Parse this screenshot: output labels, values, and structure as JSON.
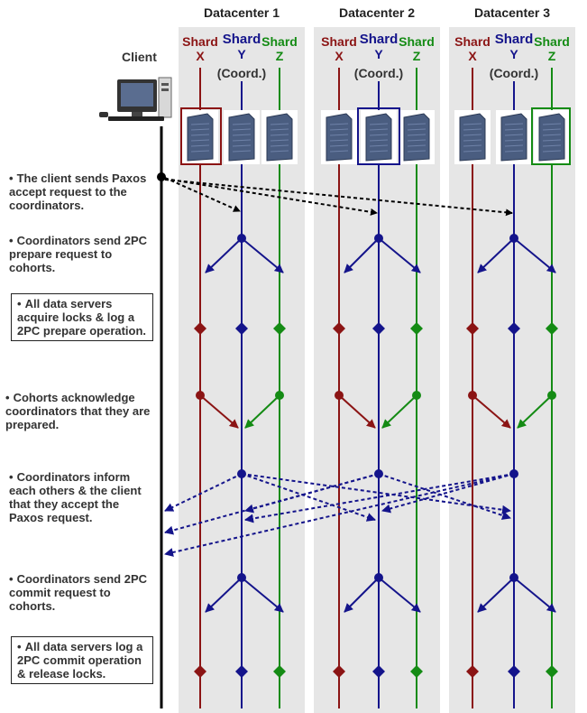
{
  "client": {
    "label": "Client"
  },
  "datacenters": [
    {
      "title": "Datacenter 1",
      "coord": "(Coord.)"
    },
    {
      "title": "Datacenter 2",
      "coord": "(Coord.)"
    },
    {
      "title": "Datacenter 3",
      "coord": "(Coord.)"
    }
  ],
  "shards": [
    {
      "word": "Shard",
      "letter": "X",
      "color": "#8b1414"
    },
    {
      "word": "Shard",
      "letter": "Y",
      "color": "#14148b"
    },
    {
      "word": "Shard",
      "letter": "Z",
      "color": "#148b14"
    }
  ],
  "steps": [
    {
      "bullet": "•",
      "text": "The client sends Paxos accept request to the coordinators."
    },
    {
      "bullet": "•",
      "text": "Coordinators send 2PC prepare request to cohorts."
    },
    {
      "bullet": "•",
      "text": "All data servers acquire locks & log a 2PC prepare operation."
    },
    {
      "bullet": "•",
      "text": "Cohorts acknowledge coordinators that they are prepared."
    },
    {
      "bullet": "•",
      "text": "Coordinators inform each others & the client that they accept the Paxos request."
    },
    {
      "bullet": "•",
      "text": "Coordinators send 2PC commit request to cohorts."
    },
    {
      "bullet": "•",
      "text": "All data servers log a 2PC commit operation & release locks."
    }
  ],
  "colors": {
    "panel": "#e6e6e6",
    "server": "#4a5d80",
    "client_line": "#000000"
  }
}
